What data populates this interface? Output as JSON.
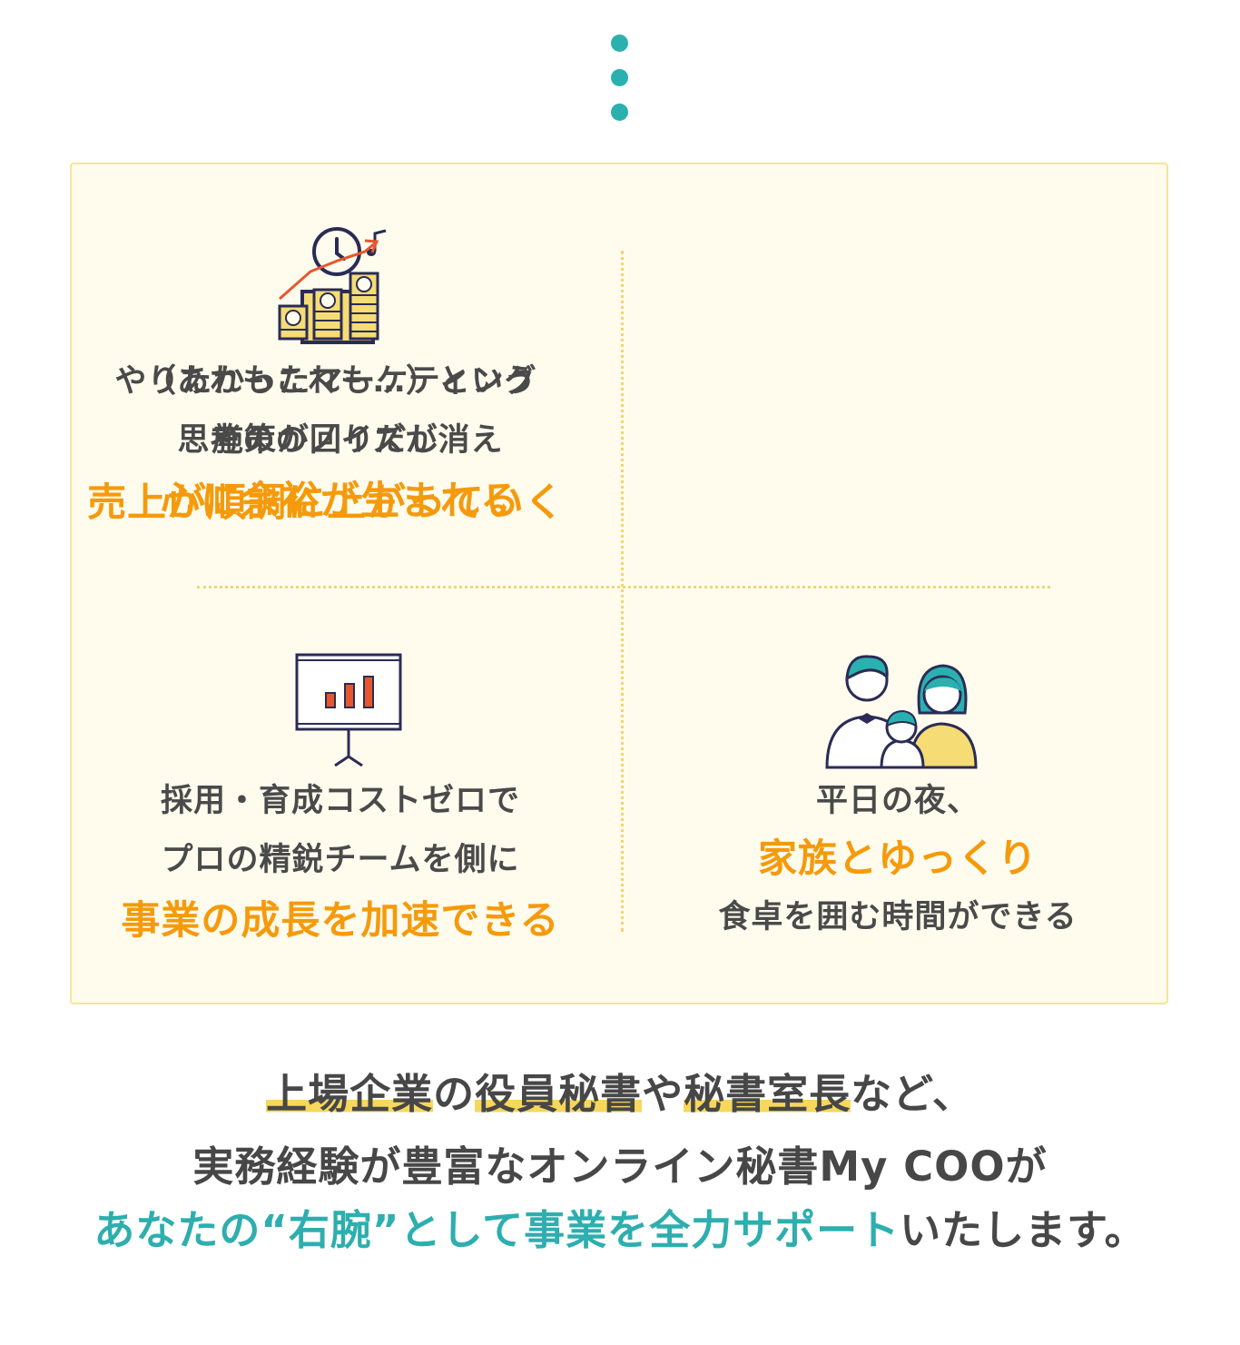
{
  "blocks": [
    {
      "line1": "（あれもこれも…）という",
      "line2": "思考ののノイズが消え",
      "highlight": "心に余裕が生まれる",
      "icon": "person-laptop-clock-icon"
    },
    {
      "line1": "やりたかったマーケティング",
      "line2": "施策が回りだし",
      "highlight": "売上が順調に上がっていく",
      "icon": "coin-growth-chart-icon"
    },
    {
      "line1": "採用・育成コストゼロで",
      "line2": "プロの精鋭チームを側に",
      "highlight": "事業の成長を加速できる",
      "icon": "presentation-board-icon"
    },
    {
      "line1": "平日の夜、",
      "highlight": "家族とゆっくり",
      "line3": "食卓を囲む時間ができる",
      "icon": "family-icon"
    }
  ],
  "closing": {
    "line1": {
      "hl1": "上場企業",
      "t1": "の",
      "hl2": "役員秘書",
      "t2": "や",
      "hl3": "秘書室長",
      "t3": "など、"
    },
    "line2": "実務経験が豊富なオンライン秘書My COOが",
    "line3": {
      "teal": "あなたの“右腕”として事業を全力サポート",
      "rest": "いたします。"
    }
  },
  "colors": {
    "teal": "#2eaeae",
    "orange": "#f59a0c",
    "panel_bg": "#fffcee",
    "highlight": "#f7d75c",
    "navy": "#2a2c55"
  }
}
